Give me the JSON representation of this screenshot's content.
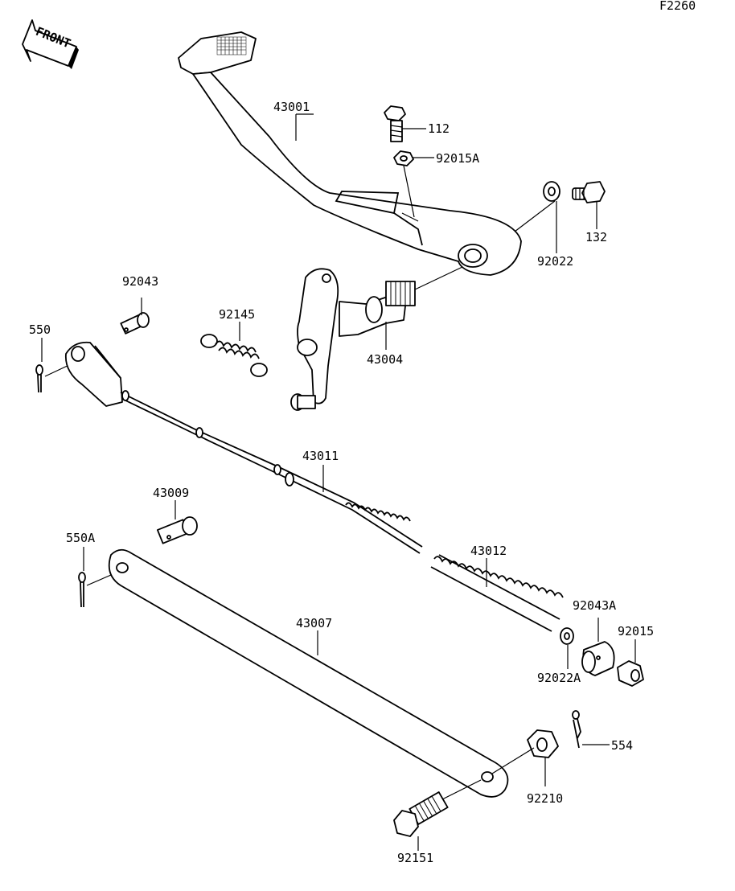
{
  "diagram_code": "F2260",
  "front_badge": "FRONT",
  "labels": {
    "p43001": "43001",
    "p112": "112",
    "p92015A": "92015A",
    "p132": "132",
    "p92022": "92022",
    "p92043": "92043",
    "p92145": "92145",
    "p550": "550",
    "p43004": "43004",
    "p43011": "43011",
    "p43009": "43009",
    "p550A": "550A",
    "p43012": "43012",
    "p43007": "43007",
    "p92043A": "92043A",
    "p92015": "92015",
    "p92022A": "92022A",
    "p554": "554",
    "p92210": "92210",
    "p92151": "92151"
  }
}
